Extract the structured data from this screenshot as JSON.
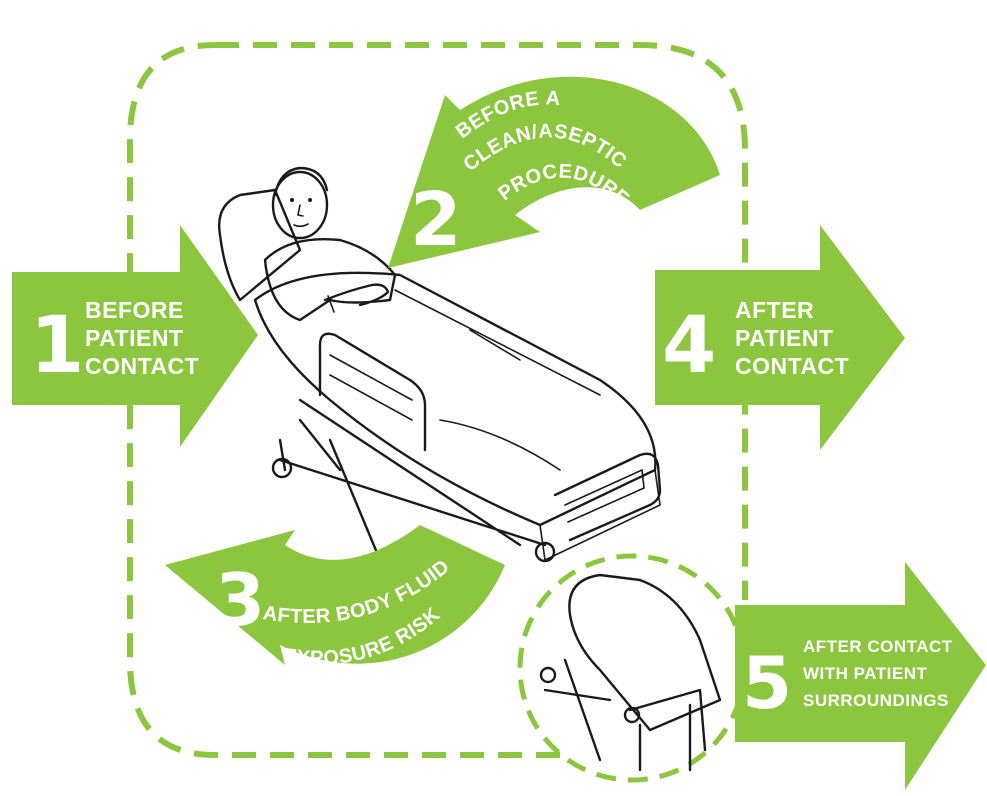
{
  "colors": {
    "accent": "#8cc63f",
    "outline": "#1a1a1a",
    "background": "#ffffff"
  },
  "steps": [
    {
      "number": "1",
      "lines": [
        "BEFORE",
        "PATIENT",
        "CONTACT"
      ]
    },
    {
      "number": "2",
      "lines": [
        "BEFORE A",
        "CLEAN/ASEPTIC",
        "PROCEDURE"
      ]
    },
    {
      "number": "3",
      "lines": [
        "AFTER BODY FLUID",
        "EXPOSURE RISK"
      ]
    },
    {
      "number": "4",
      "lines": [
        "AFTER",
        "PATIENT",
        "CONTACT"
      ]
    },
    {
      "number": "5",
      "lines": [
        "AFTER CONTACT",
        "WITH PATIENT",
        "SURROUNDINGS"
      ]
    }
  ]
}
